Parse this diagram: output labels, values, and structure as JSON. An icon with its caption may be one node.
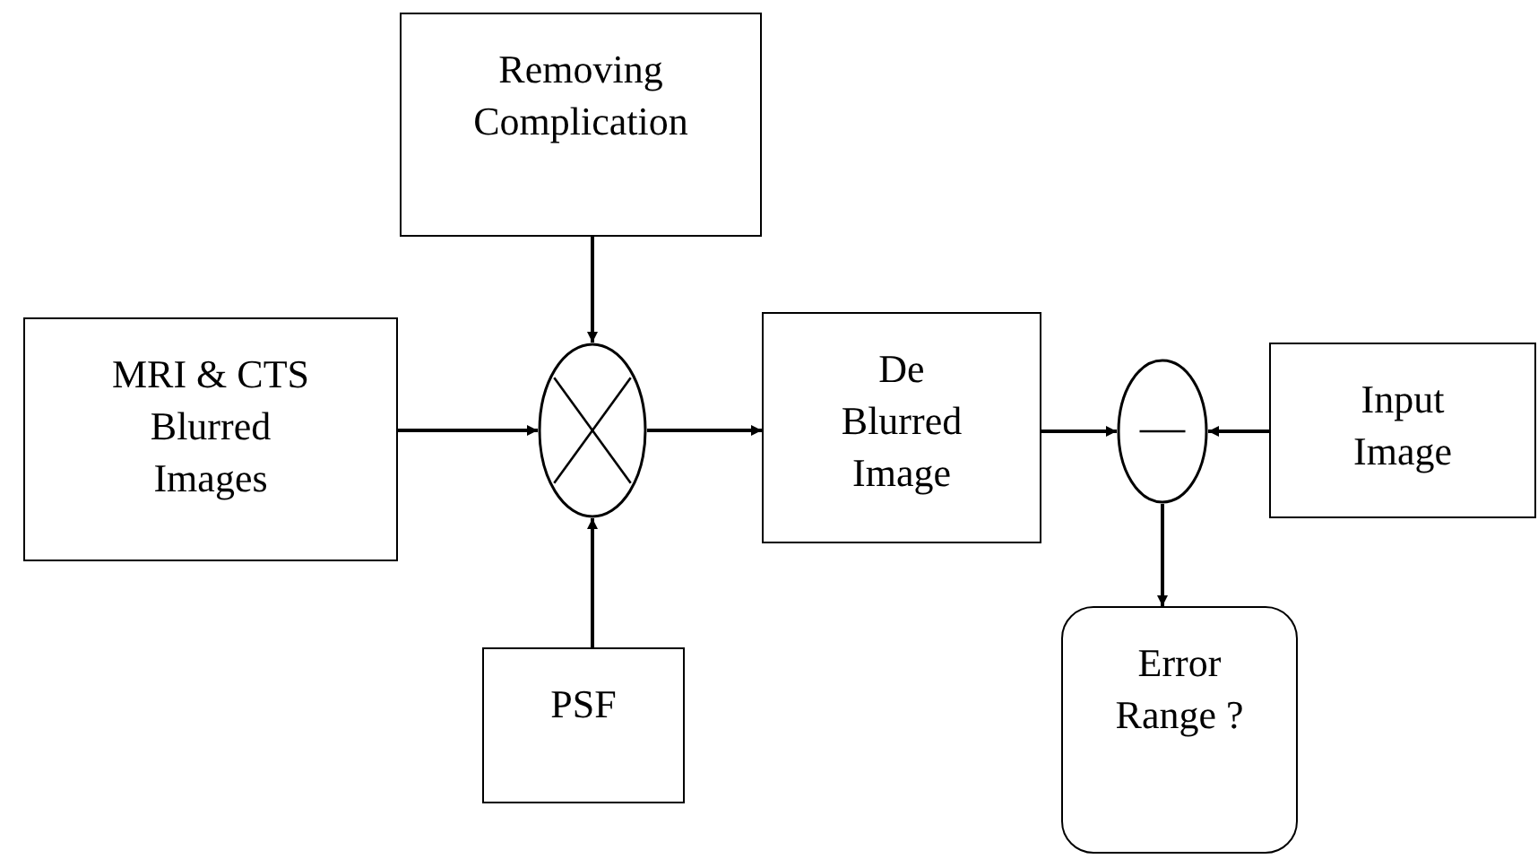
{
  "diagram": {
    "nodes": [
      {
        "text": [
          "Removing Complication"
        ]
      },
      {
        "text": [
          "MRI & CTS Blurred Images"
        ]
      },
      {
        "text": [],
        "shape": "circle"
      },
      {
        "text": [
          "De Blurred Image"
        ]
      },
      {
        "text": [],
        "shape": "circle"
      },
      {
        "text": [
          "Input Image"
        ]
      },
      {
        "text": [
          "PSF"
        ]
      },
      {
        "text": [
          "Error Range ?"
        ]
      }
    ],
    "edges": [
      {
        "from": 0,
        "to": 2,
        "arrow": "to"
      },
      {
        "from": 1,
        "to": 2,
        "arrow": "to"
      },
      {
        "from": 6,
        "to": 2,
        "arrow": "to"
      },
      {
        "from": 2,
        "to": 3,
        "arrow": "to"
      },
      {
        "from": 3,
        "to": 4,
        "arrow": "to"
      },
      {
        "from": 5,
        "to": 4,
        "arrow": "to"
      },
      {
        "from": 4,
        "to": 7,
        "arrow": "to"
      }
    ]
  }
}
